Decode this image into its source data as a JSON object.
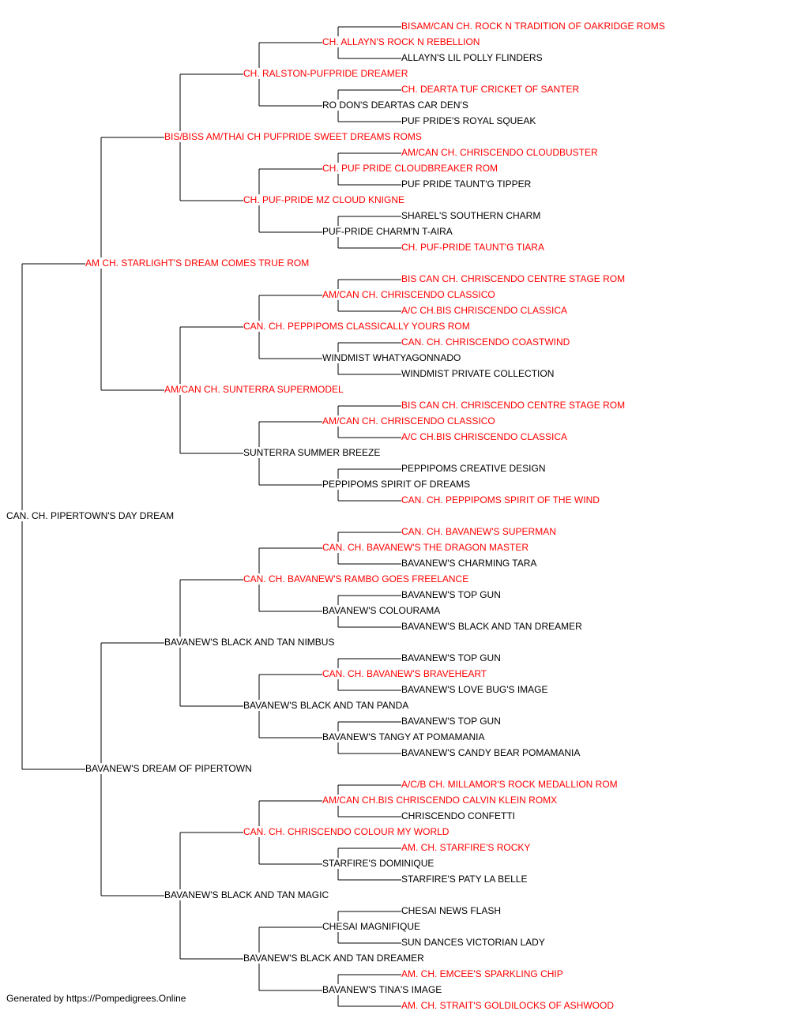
{
  "colors": {
    "champion": "#ff0000",
    "plain": "#000000",
    "line": "#000000"
  },
  "pedigree": {
    "name": "CAN. CH. PIPERTOWN'S DAY DREAM",
    "ch": false,
    "sire": {
      "name": "AM CH. STARLIGHT'S DREAM COMES TRUE ROM",
      "ch": true,
      "sire": {
        "name": "BIS/BISS AM/THAI CH PUFPRIDE SWEET DREAMS ROMS",
        "ch": true,
        "sire": {
          "name": "CH. RALSTON-PUFPRIDE DREAMER",
          "ch": true,
          "sire": {
            "name": "CH. ALLAYN'S ROCK N REBELLION",
            "ch": true,
            "sire": {
              "name": "BISAM/CAN CH. ROCK N TRADITION OF OAKRIDGE ROMS",
              "ch": true
            },
            "dam": {
              "name": "ALLAYN'S LIL POLLY FLINDERS",
              "ch": false
            }
          },
          "dam": {
            "name": "RO DON'S DEARTAS CAR DEN'S",
            "ch": false,
            "sire": {
              "name": "CH. DEARTA TUF CRICKET OF SANTER",
              "ch": true
            },
            "dam": {
              "name": "PUF PRIDE'S ROYAL SQUEAK",
              "ch": false
            }
          }
        },
        "dam": {
          "name": "CH. PUF-PRIDE MZ CLOUD KNIGNE",
          "ch": true,
          "sire": {
            "name": "CH. PUF PRIDE CLOUDBREAKER ROM",
            "ch": true,
            "sire": {
              "name": "AM/CAN CH. CHRISCENDO CLOUDBUSTER",
              "ch": true
            },
            "dam": {
              "name": "PUF PRIDE TAUNT'G TIPPER",
              "ch": false
            }
          },
          "dam": {
            "name": "PUF-PRIDE CHARM'N T-AIRA",
            "ch": false,
            "sire": {
              "name": "SHAREL'S SOUTHERN CHARM",
              "ch": false
            },
            "dam": {
              "name": "CH. PUF-PRIDE TAUNT'G TIARA",
              "ch": true
            }
          }
        }
      },
      "dam": {
        "name": "AM/CAN CH. SUNTERRA SUPERMODEL",
        "ch": true,
        "sire": {
          "name": "CAN. CH. PEPPIPOMS CLASSICALLY YOURS ROM",
          "ch": true,
          "sire": {
            "name": "AM/CAN CH. CHRISCENDO CLASSICO",
            "ch": true,
            "sire": {
              "name": "BIS CAN CH. CHRISCENDO CENTRE STAGE ROM",
              "ch": true
            },
            "dam": {
              "name": "A/C CH.BIS CHRISCENDO CLASSICA",
              "ch": true
            }
          },
          "dam": {
            "name": "WINDMIST WHATYAGONNADO",
            "ch": false,
            "sire": {
              "name": "CAN. CH. CHRISCENDO COASTWIND",
              "ch": true
            },
            "dam": {
              "name": "WINDMIST PRIVATE COLLECTION",
              "ch": false
            }
          }
        },
        "dam": {
          "name": "SUNTERRA SUMMER BREEZE",
          "ch": false,
          "sire": {
            "name": "AM/CAN CH. CHRISCENDO CLASSICO",
            "ch": true,
            "sire": {
              "name": "BIS CAN CH. CHRISCENDO CENTRE STAGE ROM",
              "ch": true
            },
            "dam": {
              "name": "A/C CH.BIS CHRISCENDO CLASSICA",
              "ch": true
            }
          },
          "dam": {
            "name": "PEPPIPOMS SPIRIT OF DREAMS",
            "ch": false,
            "sire": {
              "name": "PEPPIPOMS CREATIVE DESIGN",
              "ch": false
            },
            "dam": {
              "name": "CAN. CH. PEPPIPOMS SPIRIT OF THE WIND",
              "ch": true
            }
          }
        }
      }
    },
    "dam": {
      "name": "BAVANEW'S DREAM OF PIPERTOWN",
      "ch": false,
      "sire": {
        "name": "BAVANEW'S BLACK AND TAN NIMBUS",
        "ch": false,
        "sire": {
          "name": "CAN. CH. BAVANEW'S RAMBO GOES FREELANCE",
          "ch": true,
          "sire": {
            "name": "CAN. CH. BAVANEW'S THE DRAGON MASTER",
            "ch": true,
            "sire": {
              "name": "CAN. CH. BAVANEW'S SUPERMAN",
              "ch": true
            },
            "dam": {
              "name": "BAVANEW'S CHARMING TARA",
              "ch": false
            }
          },
          "dam": {
            "name": "BAVANEW'S COLOURAMA",
            "ch": false,
            "sire": {
              "name": "BAVANEW'S TOP GUN",
              "ch": false
            },
            "dam": {
              "name": "BAVANEW'S BLACK AND TAN DREAMER",
              "ch": false
            }
          }
        },
        "dam": {
          "name": "BAVANEW'S BLACK AND TAN PANDA",
          "ch": false,
          "sire": {
            "name": "CAN. CH. BAVANEW'S BRAVEHEART",
            "ch": true,
            "sire": {
              "name": "BAVANEW'S TOP GUN",
              "ch": false
            },
            "dam": {
              "name": "BAVANEW'S LOVE BUG'S IMAGE",
              "ch": false
            }
          },
          "dam": {
            "name": "BAVANEW'S TANGY AT POMAMANIA",
            "ch": false,
            "sire": {
              "name": "BAVANEW'S TOP GUN",
              "ch": false
            },
            "dam": {
              "name": "BAVANEW'S CANDY BEAR POMAMANIA",
              "ch": false
            }
          }
        }
      },
      "dam": {
        "name": "BAVANEW'S BLACK AND TAN MAGIC",
        "ch": false,
        "sire": {
          "name": "CAN. CH. CHRISCENDO COLOUR MY WORLD",
          "ch": true,
          "sire": {
            "name": "AM/CAN CH.BIS CHRISCENDO CALVIN KLEIN ROMX",
            "ch": true,
            "sire": {
              "name": "A/C/B CH. MILLAMOR'S ROCK MEDALLION ROM",
              "ch": true
            },
            "dam": {
              "name": "CHRISCENDO CONFETTI",
              "ch": false
            }
          },
          "dam": {
            "name": "STARFIRE'S DOMINIQUE",
            "ch": false,
            "sire": {
              "name": "AM. CH. STARFIRE'S ROCKY",
              "ch": true
            },
            "dam": {
              "name": "STARFIRE'S PATY LA BELLE",
              "ch": false
            }
          }
        },
        "dam": {
          "name": "BAVANEW'S BLACK AND TAN DREAMER",
          "ch": false,
          "sire": {
            "name": "CHESAI MAGNIFIQUE",
            "ch": false,
            "sire": {
              "name": "CHESAI NEWS FLASH",
              "ch": false
            },
            "dam": {
              "name": "SUN DANCES VICTORIAN LADY",
              "ch": false
            }
          },
          "dam": {
            "name": "BAVANEW'S TINA'S IMAGE",
            "ch": false,
            "sire": {
              "name": "AM. CH. EMCEE'S SPARKLING CHIP",
              "ch": true
            },
            "dam": {
              "name": "AM. CH. STRAIT'S GOLDILOCKS OF ASHWOOD",
              "ch": true
            }
          }
        }
      }
    }
  },
  "footer": {
    "text": "Generated by https://Pompedigrees.Online"
  }
}
